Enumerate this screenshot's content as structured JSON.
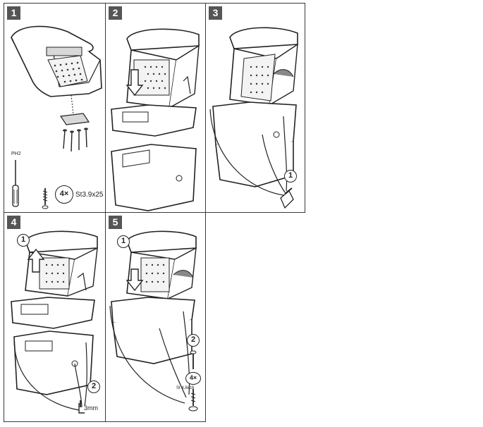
{
  "steps": [
    {
      "number": "1"
    },
    {
      "number": "2"
    },
    {
      "number": "3"
    },
    {
      "number": "4"
    },
    {
      "number": "5"
    }
  ],
  "step1": {
    "qty_label": "4×",
    "screw_spec": "St3.9x25",
    "tool_label": "PH2"
  },
  "step3": {
    "callout": "1"
  },
  "step4": {
    "callout_1": "1",
    "callout_2": "2",
    "drill_size": "3mm"
  },
  "step5": {
    "callout_1": "1",
    "callout_2": "2",
    "qty_label": "4×",
    "screw_spec": "St 4,8x16"
  },
  "colors": {
    "line": "#222222",
    "badge": "#555555",
    "border": "#3a3a3a",
    "shade": "#d8d8d8"
  }
}
